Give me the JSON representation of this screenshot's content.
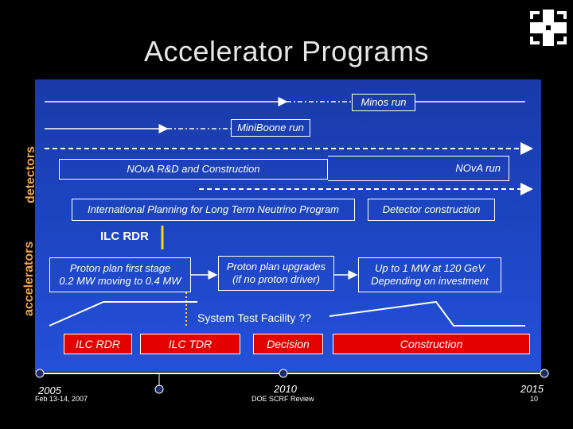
{
  "title": "Accelerator  Programs",
  "side_labels": {
    "detectors": "detectors",
    "accelerators": "accelerators"
  },
  "runs": {
    "minos": "Minos run",
    "miniboone": "MiniBoone run"
  },
  "nova": {
    "rd": "NOvA R&D and Construction",
    "run": "NOvA run"
  },
  "planning": {
    "intl": "International Planning for Long Term Neutrino Program",
    "detector": "Detector  construction"
  },
  "ilc_rdr_marker": "ILC RDR",
  "proton": {
    "first_stage": "Proton plan first stage\n0.2 MW moving to 0.4 MW",
    "upgrades": "Proton plan upgrades\n(if no proton driver)",
    "mw120": "Up to 1 MW at 120 GeV\nDepending  on investment"
  },
  "stf": "System Test Facility ??",
  "red_boxes": {
    "rdr": "ILC RDR",
    "tdr": "ILC TDR",
    "decision": "Decision",
    "construction": "Construction"
  },
  "timeline": {
    "y2005": "2005",
    "y2010": "2010",
    "y2015": "2015"
  },
  "footer": {
    "date": "Feb 13-14, 2007",
    "review": "DOE SCRF Review",
    "page": "10"
  },
  "colors": {
    "panel": "#1c44c0",
    "red": "#e50000",
    "label": "#f0a64a",
    "line": "#ffffff"
  }
}
